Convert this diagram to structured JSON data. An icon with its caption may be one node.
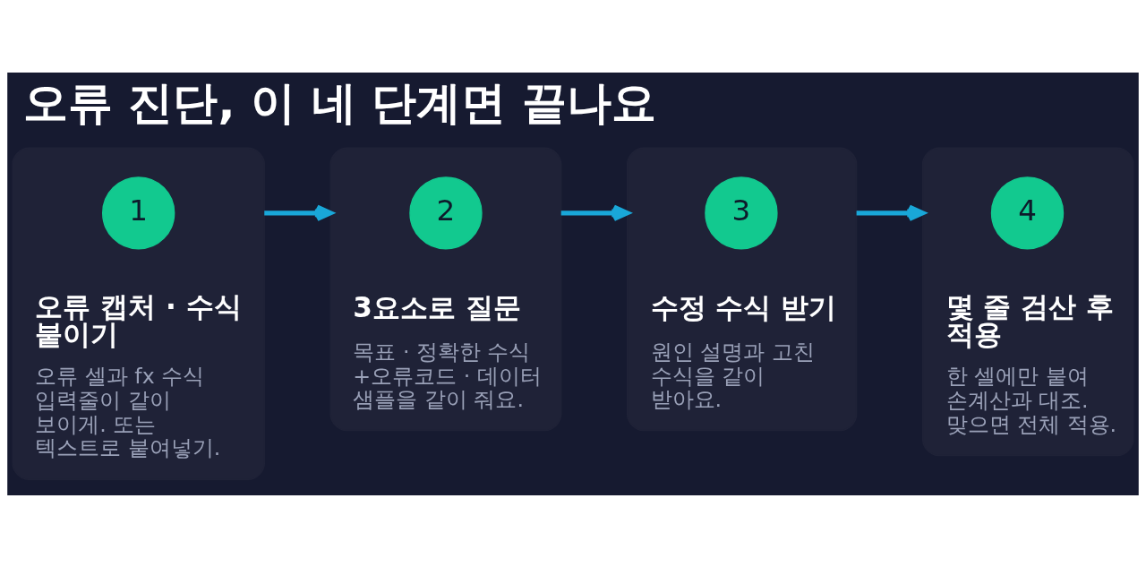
{
  "diagram": {
    "title": "오류 진단, 이 네 단계면 끝나요",
    "nodes": [
      {
        "text": [
          "오류 캡처 · 수식 붙이기",
          "오류 셀과 fx 수식 입력줄이 같이 보이게. 또는 텍스트로 붙여넣기."
        ]
      },
      {
        "text": [
          "1"
        ],
        "in": 0
      },
      {
        "text": [
          "3요소로 질문",
          "목표 · 정확한 수식 +오류코드 · 데이터 샘플을 같이 줘요."
        ]
      },
      {
        "text": [
          "2"
        ],
        "in": 2
      },
      {
        "text": [
          "수정 수식 받기",
          "원인 설명과 고친 수식을 같이 받아요."
        ]
      },
      {
        "text": [
          "3"
        ],
        "in": 4
      },
      {
        "text": [
          "몇 줄 검산 후 적용",
          "한 셀에만 붙여 손계산과 대조. 맞으면 전체 적용."
        ]
      },
      {
        "text": [
          "4"
        ],
        "in": 6
      }
    ],
    "edges": [
      {
        "from": 0,
        "to": 2,
        "arrow": "to"
      },
      {
        "from": 2,
        "to": 4,
        "arrow": "to"
      },
      {
        "from": 4,
        "to": 6,
        "arrow": "to"
      }
    ]
  }
}
